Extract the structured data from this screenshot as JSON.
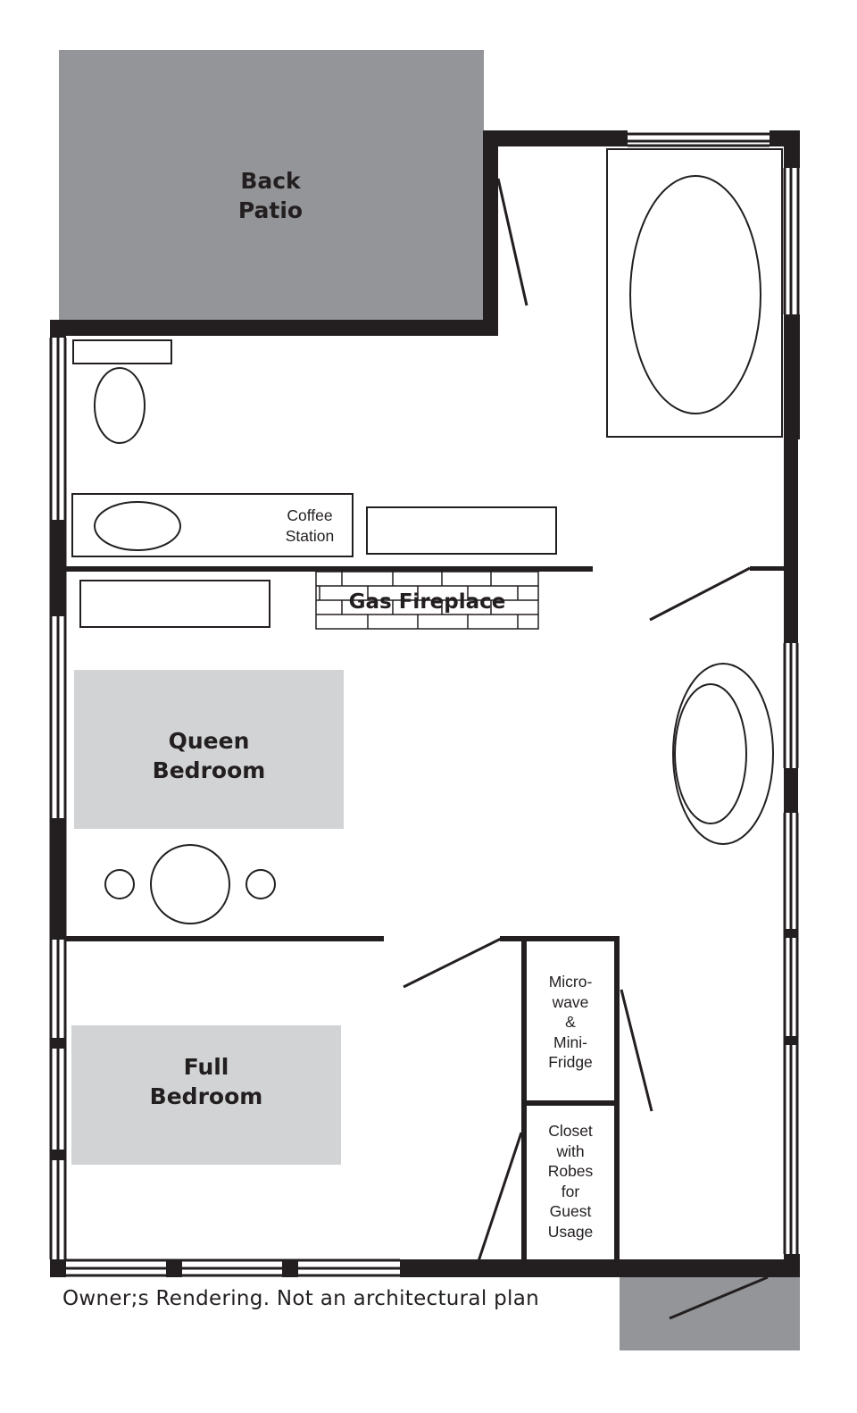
{
  "plan": {
    "areas": {
      "back_patio": "Back\nPatio",
      "back_patio_lines": [
        "Back",
        "Patio"
      ],
      "queen_bedroom_lines": [
        "Queen",
        "Bedroom"
      ],
      "full_bedroom_lines": [
        "Full",
        "Bedroom"
      ]
    },
    "fixtures": {
      "coffee_station_lines": [
        "Coffee",
        "Station"
      ],
      "gas_fireplace": "Gas Fireplace",
      "microwave_fridge_lines": [
        "Micro-",
        "wave",
        "&",
        "Mini-",
        "Fridge"
      ],
      "closet_lines": [
        "Closet",
        "with",
        "Robes",
        "for",
        "Guest",
        "Usage"
      ]
    },
    "caption": "Owner;s Rendering. Not an architectural plan"
  },
  "colors": {
    "wall": "#231f20",
    "patio_fill": "#939598",
    "bed_fill": "#d1d3d4",
    "background": "#ffffff"
  }
}
